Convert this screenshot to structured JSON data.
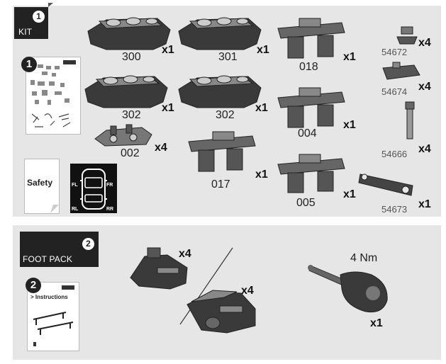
{
  "kit": {
    "badge_number": "1",
    "badge_label": "KIT",
    "booklet_number": "1",
    "safety_label": "Safety",
    "car_positions": {
      "fl": "FL",
      "fr": "FR",
      "rl": "RL",
      "rr": "RR"
    },
    "parts": [
      {
        "code": "300",
        "qty": "x1"
      },
      {
        "code": "301",
        "qty": "x1"
      },
      {
        "code": "302",
        "qty": "x1"
      },
      {
        "code": "302",
        "qty": "x1"
      },
      {
        "code": "002",
        "qty": "x4"
      },
      {
        "code": "017",
        "qty": "x1"
      },
      {
        "code": "018",
        "qty": "x1"
      },
      {
        "code": "004",
        "qty": "x1"
      },
      {
        "code": "005",
        "qty": "x1"
      },
      {
        "code": "54672",
        "qty": "x4"
      },
      {
        "code": "54674",
        "qty": "x4"
      },
      {
        "code": "54666",
        "qty": "x4"
      },
      {
        "code": "54673",
        "qty": "x1"
      }
    ]
  },
  "foot_pack": {
    "badge_number": "2",
    "badge_label": "FOOT PACK",
    "booklet_number": "2",
    "instructions_label": "> Instructions",
    "foot_a_qty": "x4",
    "foot_b_qty": "x4",
    "torque_label": "4 Nm",
    "tool_qty": "x1"
  },
  "colors": {
    "panel": "#e6e6e6",
    "badge": "#222222",
    "part": "#3a3a3a"
  }
}
